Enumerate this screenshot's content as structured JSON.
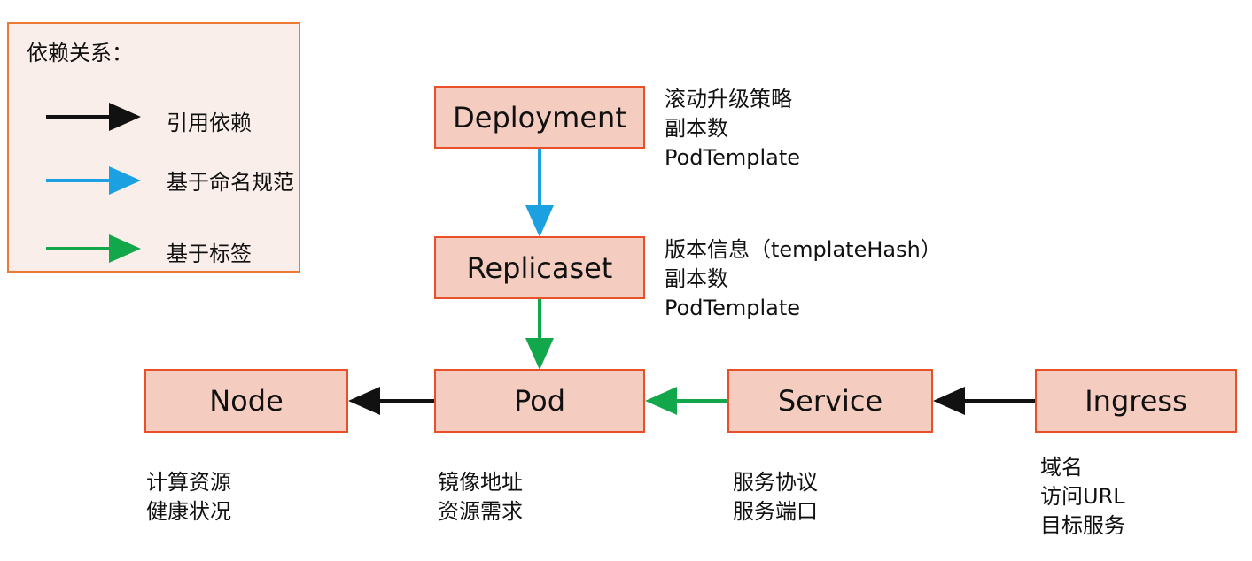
{
  "legend": {
    "title": "依赖关系：",
    "entries": [
      {
        "label": "引用依赖",
        "color": "#111111",
        "kind": "reference-dependency"
      },
      {
        "label": "基于命名规范",
        "color": "#1ba1e2",
        "kind": "naming-convention"
      },
      {
        "label": "基于标签",
        "color": "#12a74a",
        "kind": "label-selector"
      }
    ]
  },
  "nodes": {
    "deployment": "Deployment",
    "replicaset": "Replicaset",
    "node": "Node",
    "pod": "Pod",
    "service": "Service",
    "ingress": "Ingress"
  },
  "annotations": {
    "deployment": "滚动升级策略\n副本数\nPodTemplate",
    "replicaset": "版本信息（templateHash）\n副本数\nPodTemplate",
    "node": "计算资源\n健康状况",
    "pod": "镜像地址\n资源需求",
    "service": "服务协议\n服务端口",
    "ingress": "域名\n访问URL\n目标服务"
  },
  "edges": [
    {
      "from": "deployment",
      "to": "replicaset",
      "color": "#1ba1e2",
      "kind": "naming-convention"
    },
    {
      "from": "replicaset",
      "to": "pod",
      "color": "#12a74a",
      "kind": "label-selector"
    },
    {
      "from": "pod",
      "to": "node",
      "color": "#111111",
      "kind": "reference-dependency"
    },
    {
      "from": "service",
      "to": "pod",
      "color": "#12a74a",
      "kind": "label-selector"
    },
    {
      "from": "ingress",
      "to": "service",
      "color": "#111111",
      "kind": "reference-dependency"
    }
  ],
  "colors": {
    "box_fill": "#f4cdc0",
    "box_border": "#e8502a",
    "legend_fill": "#faeeea",
    "legend_border": "#ec7a35",
    "arrow_black": "#111111",
    "arrow_blue": "#1ba1e2",
    "arrow_green": "#12a74a",
    "background": "#ffffff"
  }
}
